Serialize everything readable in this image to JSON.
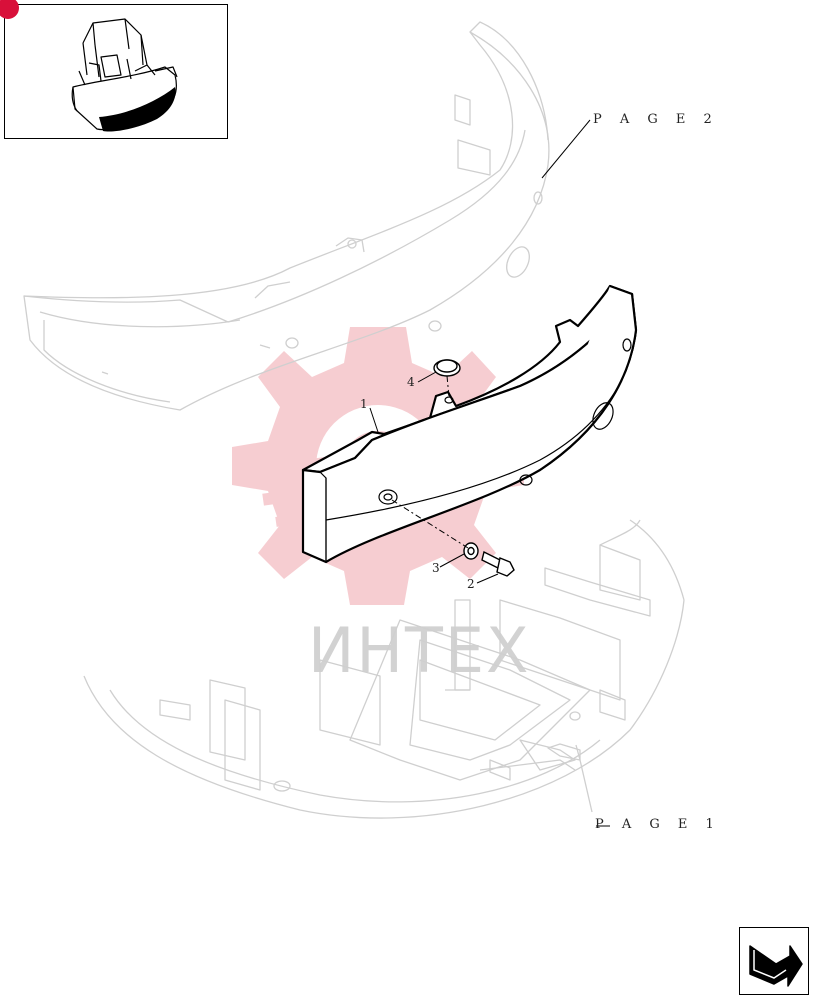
{
  "references": {
    "page_2": "P A G E  2",
    "page_1": "P A G E 1"
  },
  "callouts": [
    "1",
    "2",
    "3",
    "4"
  ],
  "watermark": {
    "text": "ИНТЕХ",
    "color": "#f2b3b8"
  },
  "thumbnail": {
    "badge_color": "#d8103a",
    "accent_color": "#000000"
  },
  "navigation": {
    "next_icon": "next-page-arrow-icon"
  }
}
